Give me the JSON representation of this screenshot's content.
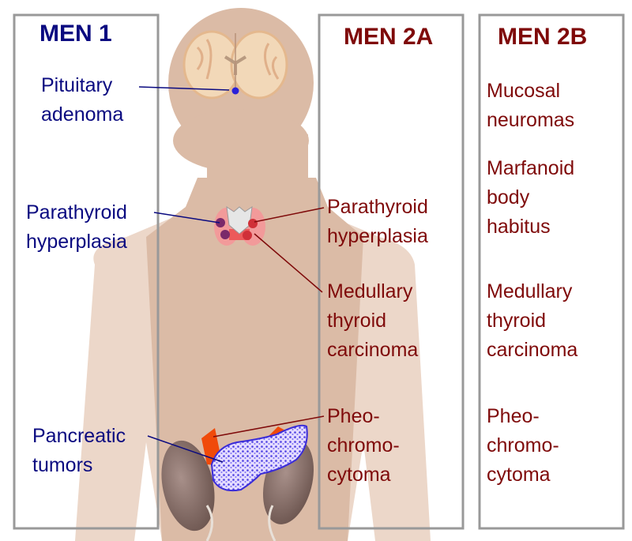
{
  "colors": {
    "men1_text": "#0a0a80",
    "men2_text": "#7f0a0a",
    "box_border": "#999999",
    "skin_inner": "#d9b9a3",
    "skin_outer": "#ecd7c9",
    "pancreas": "#6a5af0",
    "adrenal": "#f04a0a",
    "kidney": "#8a7068"
  },
  "panels": {
    "men1": {
      "title": "MEN 1",
      "labels": [
        "Pituitary\nadenoma",
        "Parathyroid\nhyperplasia",
        "Pancreatic\ntumors"
      ]
    },
    "men2a": {
      "title": "MEN 2A",
      "labels": [
        "Parathyroid\nhyperplasia",
        "Medullary\nthyroid\ncarcinoma",
        "Pheo-\nchromo-\ncytoma"
      ]
    },
    "men2b": {
      "title": "MEN 2B",
      "labels": [
        "Mucosal\nneuromas",
        "Marfanoid\nbody\nhabitus",
        "Medullary\nthyroid\ncarcinoma",
        "Pheo-\nchromo-\ncytoma"
      ]
    }
  },
  "illustration": {
    "organs": [
      "brain-icon",
      "pituitary-icon",
      "thyroid-icon",
      "parathyroid-icon",
      "adrenal-icon",
      "pancreas-icon",
      "kidney-icon"
    ]
  }
}
